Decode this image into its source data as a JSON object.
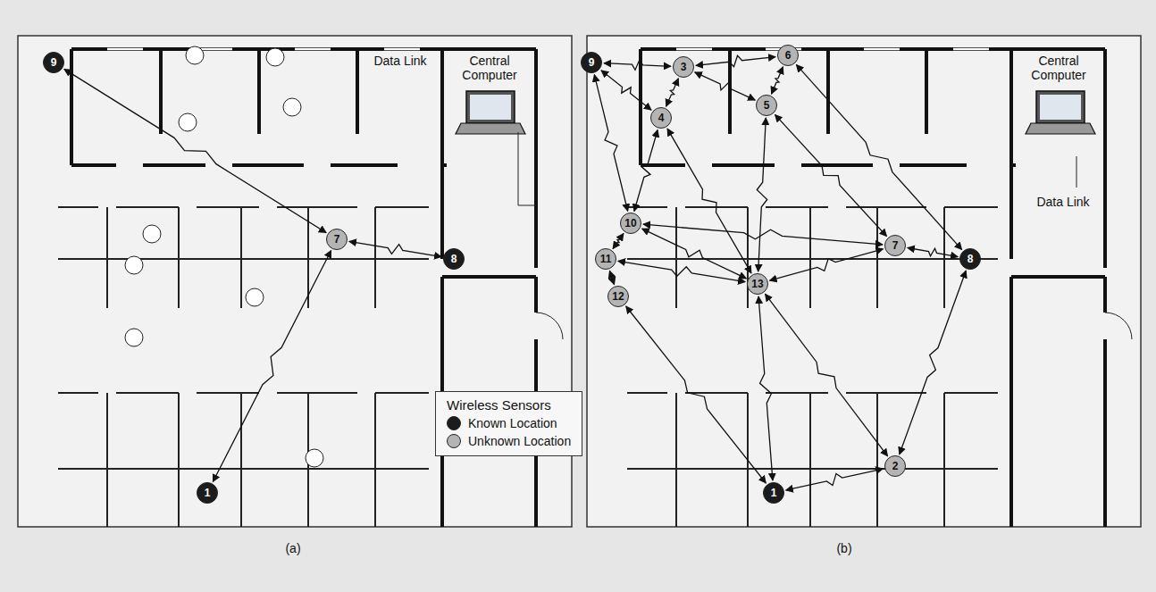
{
  "diagram": {
    "nodes": [
      {
        "text": [
          "9"
        ]
      },
      {
        "text": [
          "7"
        ]
      },
      {
        "text": [
          "8"
        ]
      },
      {
        "text": [
          "1"
        ]
      },
      {
        "text": [
          "9"
        ]
      },
      {
        "text": [
          "3"
        ]
      },
      {
        "text": [
          "6"
        ]
      },
      {
        "text": [
          "4"
        ]
      },
      {
        "text": [
          "5"
        ]
      },
      {
        "text": [
          "10"
        ]
      },
      {
        "text": [
          "11"
        ]
      },
      {
        "text": [
          "12"
        ]
      },
      {
        "text": [
          "13"
        ]
      },
      {
        "text": [
          "7"
        ]
      },
      {
        "text": [
          "8"
        ]
      },
      {
        "text": [
          "2"
        ]
      },
      {
        "text": [
          "1"
        ]
      }
    ],
    "edges": [
      {
        "from": 0,
        "to": 1,
        "arrow": "both"
      },
      {
        "from": 1,
        "to": 2,
        "arrow": "both"
      },
      {
        "from": 1,
        "to": 3,
        "arrow": "both"
      },
      {
        "from": 4,
        "to": 5,
        "arrow": "both"
      },
      {
        "from": 4,
        "to": 7,
        "arrow": "both"
      },
      {
        "from": 4,
        "to": 9,
        "arrow": "both"
      },
      {
        "from": 5,
        "to": 7,
        "arrow": "both"
      },
      {
        "from": 5,
        "to": 8,
        "arrow": "both"
      },
      {
        "from": 5,
        "to": 6,
        "arrow": "both"
      },
      {
        "from": 6,
        "to": 8,
        "arrow": "both"
      },
      {
        "from": 6,
        "to": 14,
        "arrow": "both"
      },
      {
        "from": 7,
        "to": 9,
        "arrow": "both"
      },
      {
        "from": 7,
        "to": 12,
        "arrow": "both"
      },
      {
        "from": 8,
        "to": 13,
        "arrow": "both"
      },
      {
        "from": 8,
        "to": 12,
        "arrow": "both"
      },
      {
        "from": 9,
        "to": 10,
        "arrow": "both"
      },
      {
        "from": 9,
        "to": 12,
        "arrow": "both"
      },
      {
        "from": 9,
        "to": 13,
        "arrow": "both"
      },
      {
        "from": 10,
        "to": 11,
        "arrow": "both"
      },
      {
        "from": 10,
        "to": 12,
        "arrow": "both"
      },
      {
        "from": 11,
        "to": 16,
        "arrow": "both"
      },
      {
        "from": 12,
        "to": 13,
        "arrow": "both"
      },
      {
        "from": 12,
        "to": 15,
        "arrow": "both"
      },
      {
        "from": 12,
        "to": 16,
        "arrow": "both"
      },
      {
        "from": 13,
        "to": 14,
        "arrow": "both"
      },
      {
        "from": 15,
        "to": 16,
        "arrow": "both"
      },
      {
        "from": 15,
        "to": 14,
        "arrow": "both"
      }
    ],
    "labels": [
      "Data Link",
      "Central Computer",
      "Central Computer",
      "Data Link",
      "Wireless Sensors",
      "(a)",
      "(b)"
    ],
    "legend": [
      {
        "text": "Known Location",
        "color": "#1c1c1c"
      },
      {
        "text": "Unknown Location",
        "color": "#b4b4b4"
      }
    ]
  }
}
